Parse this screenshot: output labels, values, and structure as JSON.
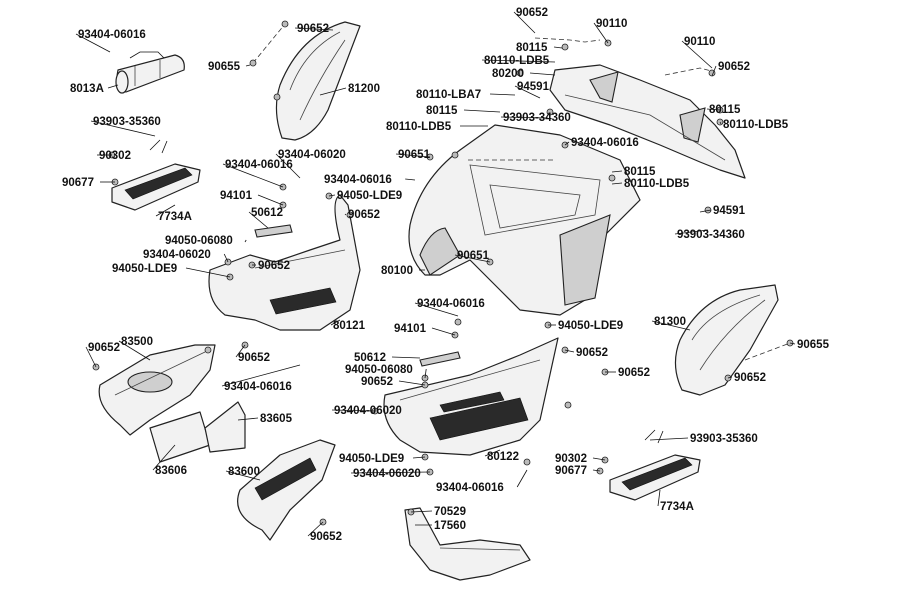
{
  "title": "",
  "colors": {
    "ink": "#111111",
    "part_fill": "#f2f2f2",
    "part_shade": "#cfcfcf",
    "tread": "#2a2a2a"
  },
  "labels": [
    "93404-06016",
    "8013A",
    "90655",
    "90652",
    "81200",
    "90652",
    "90110",
    "80115",
    "80110-LDB5",
    "80200",
    "90110",
    "90652",
    "80110-LBA7",
    "94591",
    "80115",
    "80110-LDB5",
    "93903-34360",
    "80115",
    "80110-LDB5",
    "93903-35360",
    "90302",
    "90677",
    "7734A",
    "93404-06020",
    "93404-06016",
    "94101",
    "94050-LDE9",
    "50612",
    "90652",
    "94050-06080",
    "93404-06020",
    "94050-LDE9",
    "90652",
    "80121",
    "90651",
    "93404-06016",
    "93404-06016",
    "80115",
    "80110-LDB5",
    "94591",
    "93903-34360",
    "80100",
    "90651",
    "93404-06016",
    "94101",
    "94050-LDE9",
    "81300",
    "90655",
    "90652",
    "90652",
    "83500",
    "90652",
    "93404-06016",
    "83605",
    "83606",
    "83600",
    "90652",
    "50612",
    "94050-06080",
    "90652",
    "93404-06020",
    "90652",
    "90652",
    "94050-LDE9",
    "93404-06020",
    "93404-06016",
    "80122",
    "90302",
    "90677",
    "93903-35360",
    "7734A",
    "70529",
    "17560"
  ]
}
